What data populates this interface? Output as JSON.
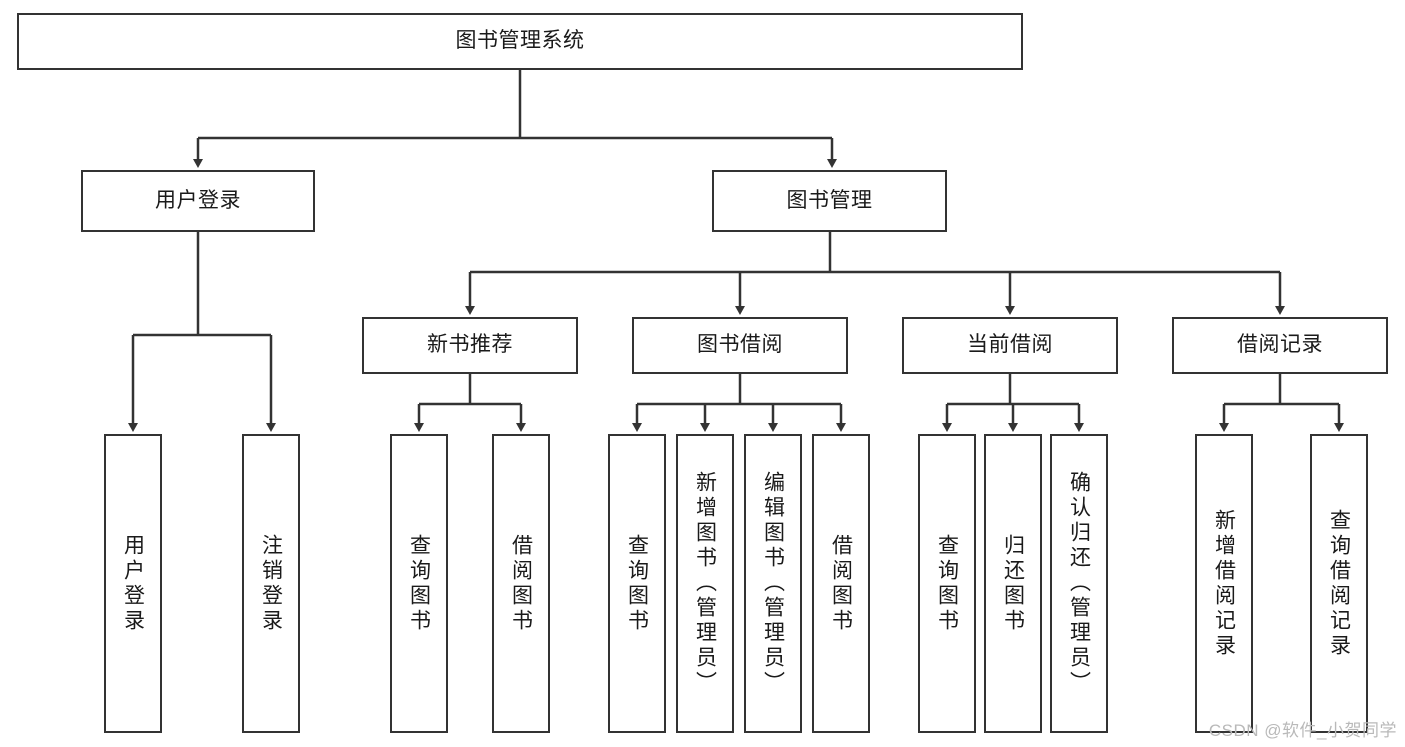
{
  "diagram": {
    "title": "图书管理系统",
    "type": "tree-hierarchy-chart",
    "orientation": "top-down",
    "colors": {
      "node_border": "#333333",
      "node_fill": "#ffffff",
      "edge": "#333333",
      "text": "#1a1a1a",
      "watermark": "#b9b9b9",
      "background": "#ffffff"
    },
    "root": {
      "label": "图书管理系统"
    },
    "level2": [
      {
        "label": "用户登录"
      },
      {
        "label": "图书管理"
      }
    ],
    "level3": [
      {
        "label": "新书推荐"
      },
      {
        "label": "图书借阅"
      },
      {
        "label": "当前借阅"
      },
      {
        "label": "借阅记录"
      }
    ],
    "leaves": {
      "user_login": [
        {
          "label": "用户登录"
        },
        {
          "label": "注销登录"
        }
      ],
      "new_book_recommend": [
        {
          "label": "查询图书"
        },
        {
          "label": "借阅图书"
        }
      ],
      "book_borrow": [
        {
          "label": "查询图书"
        },
        {
          "label": "新增图书（管理员）"
        },
        {
          "label": "编辑图书（管理员）"
        },
        {
          "label": "借阅图书"
        }
      ],
      "current_borrow": [
        {
          "label": "查询图书"
        },
        {
          "label": "归还图书"
        },
        {
          "label": "确认归还（管理员）"
        }
      ],
      "borrow_records": [
        {
          "label": "新增借阅记录"
        },
        {
          "label": "查询借阅记录"
        }
      ]
    }
  },
  "watermark": {
    "text": "CSDN @软件_小贺同学"
  }
}
